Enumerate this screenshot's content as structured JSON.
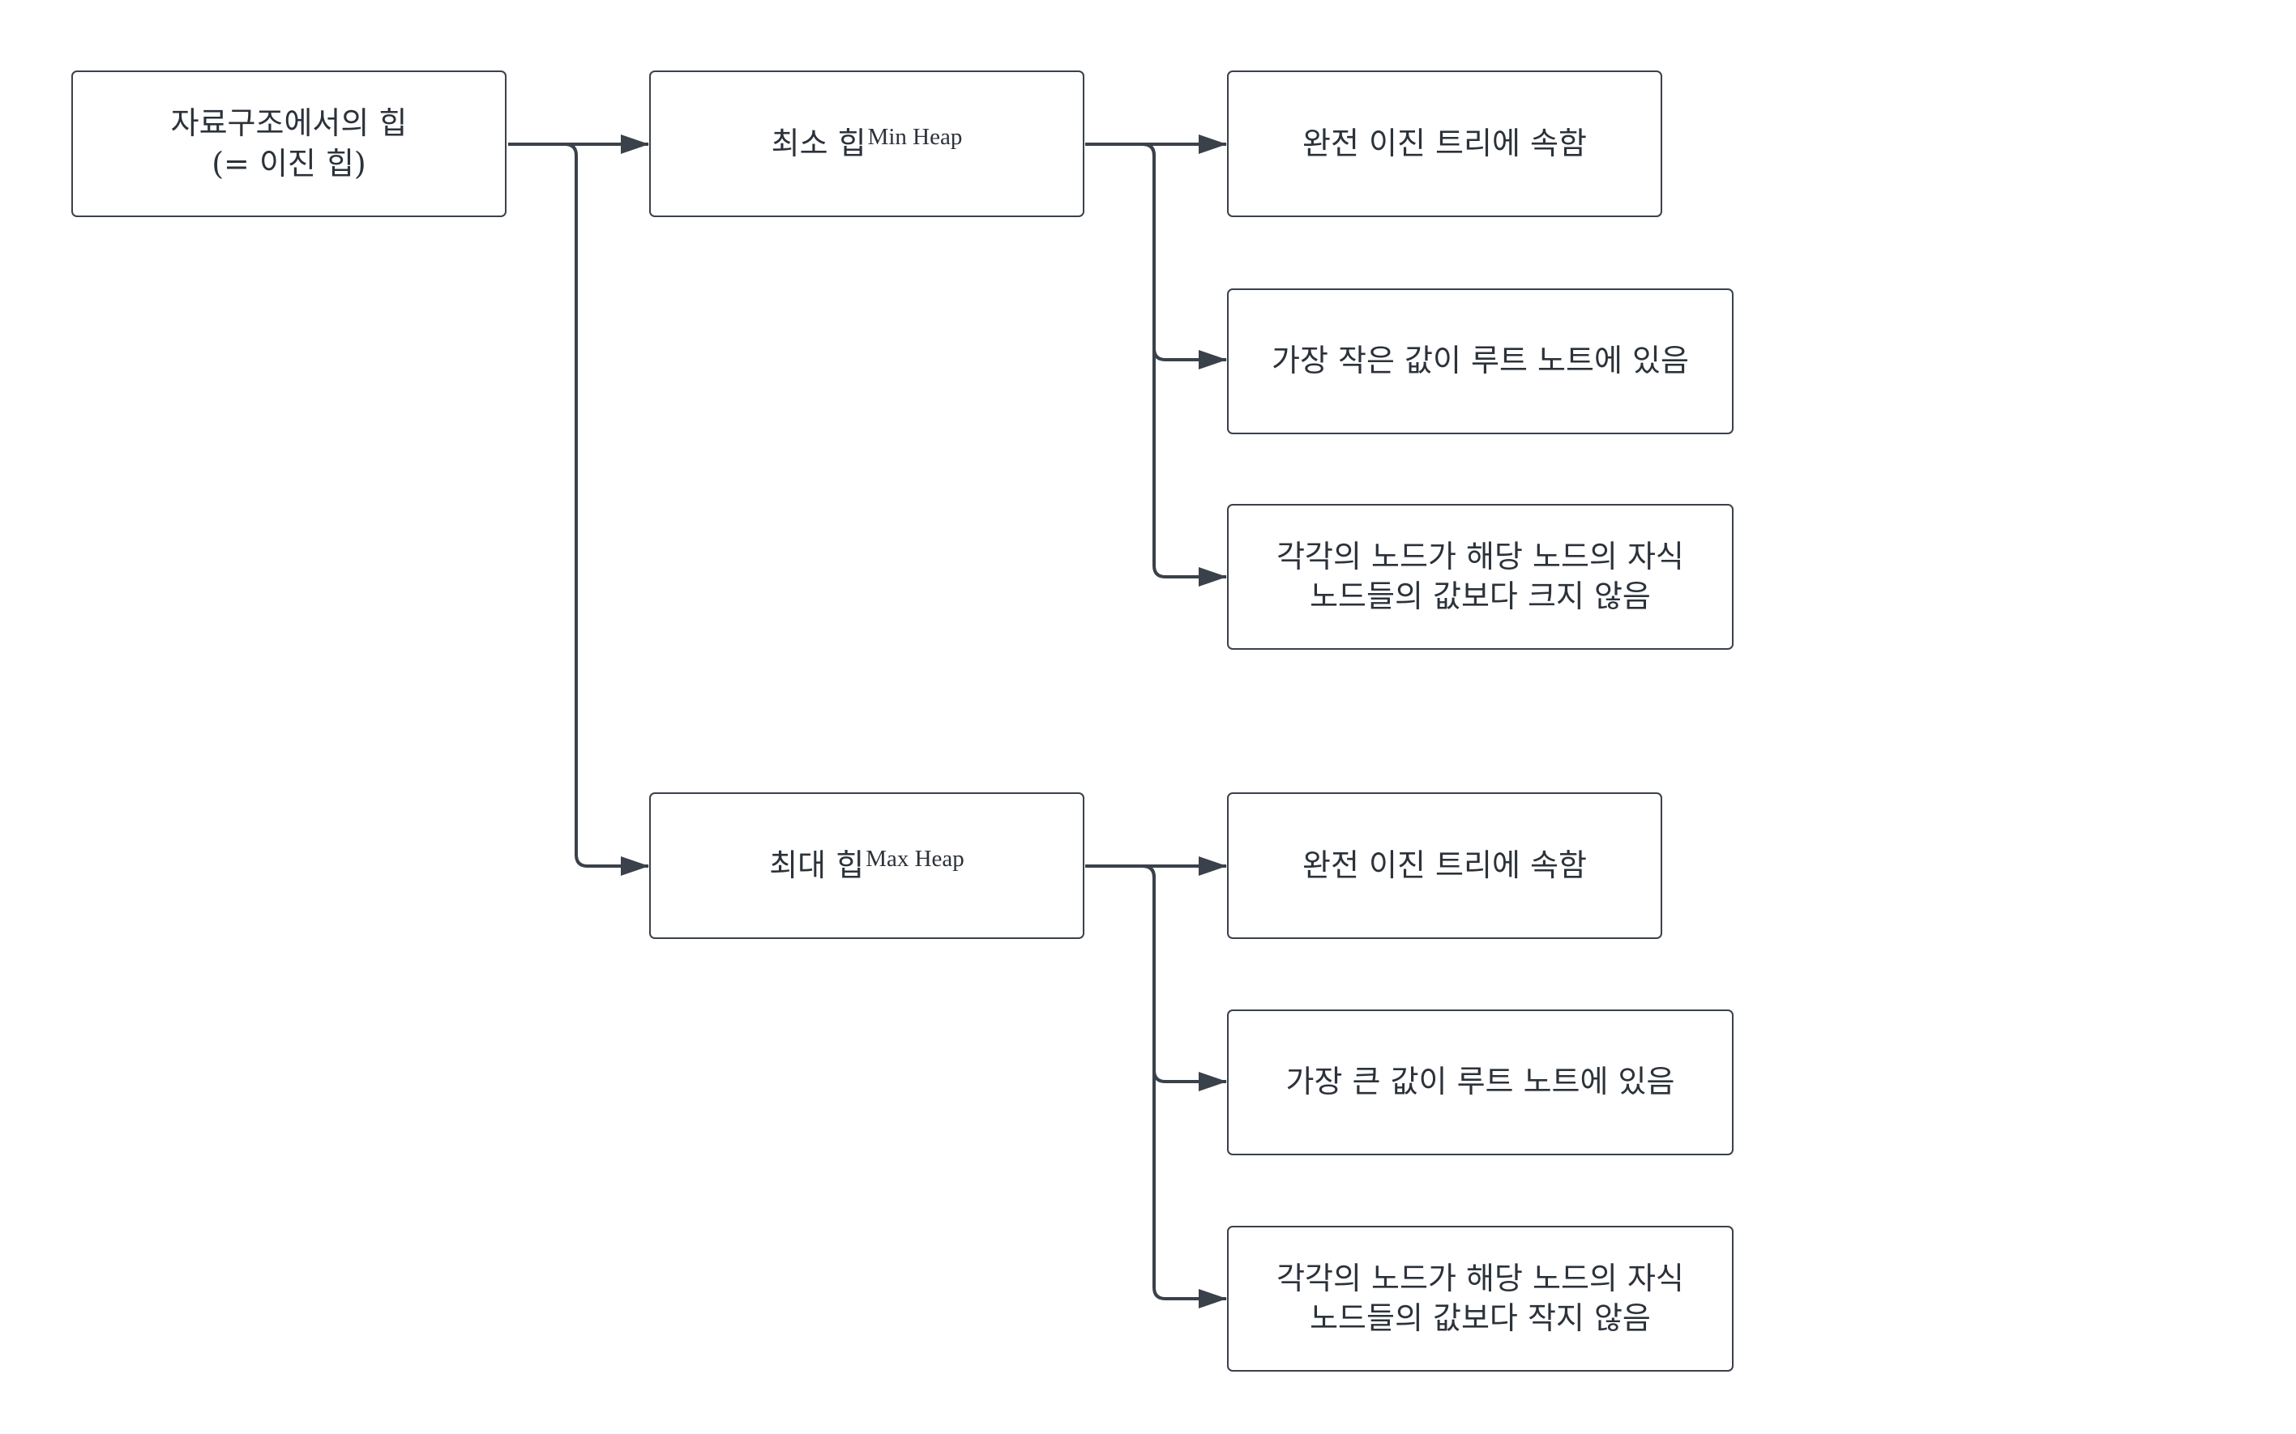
{
  "nodes": {
    "root": {
      "text": "자료구조에서의 힙\n(= 이진 힙)"
    },
    "min_heap": {
      "text": "최소 힙",
      "sub": "Min Heap"
    },
    "max_heap": {
      "text": "최대 힙",
      "sub": "Max Heap"
    },
    "min_1": {
      "text": "완전 이진 트리에 속함"
    },
    "min_2": {
      "text": "가장 작은 값이 루트 노트에 있음"
    },
    "min_3": {
      "text": "각각의 노드가 해당 노드의 자식\n노드들의 값보다 크지 않음"
    },
    "max_1": {
      "text": "완전 이진 트리에 속함"
    },
    "max_2": {
      "text": "가장 큰 값이 루트 노트에 있음"
    },
    "max_3": {
      "text": "각각의 노드가 해당 노드의 자식\n노드들의 값보다 작지 않음"
    }
  },
  "colors": {
    "stroke": "#3a414a",
    "text": "#2c323a",
    "background": "#ffffff"
  }
}
